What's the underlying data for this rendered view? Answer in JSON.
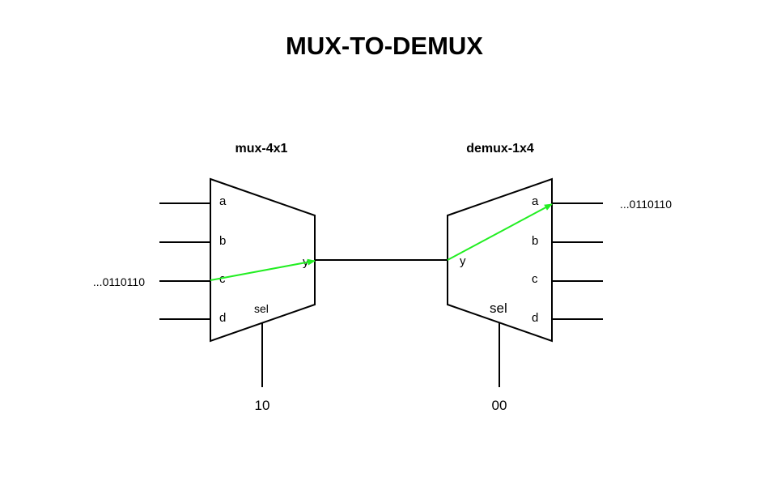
{
  "title": "MUX-TO-DEMUX",
  "mux": {
    "name": "mux-4x1",
    "inputs": [
      "a",
      "b",
      "c",
      "d"
    ],
    "output": "y",
    "sel_label": "sel",
    "sel_value": "10",
    "input_stream": "...0110110"
  },
  "demux": {
    "name": "demux-1x4",
    "input": "y",
    "outputs": [
      "a",
      "b",
      "c",
      "d"
    ],
    "sel_label": "sel",
    "sel_value": "00",
    "output_stream": "...0110110"
  },
  "colors": {
    "active_path": "#22ee22",
    "stroke": "#000000"
  }
}
